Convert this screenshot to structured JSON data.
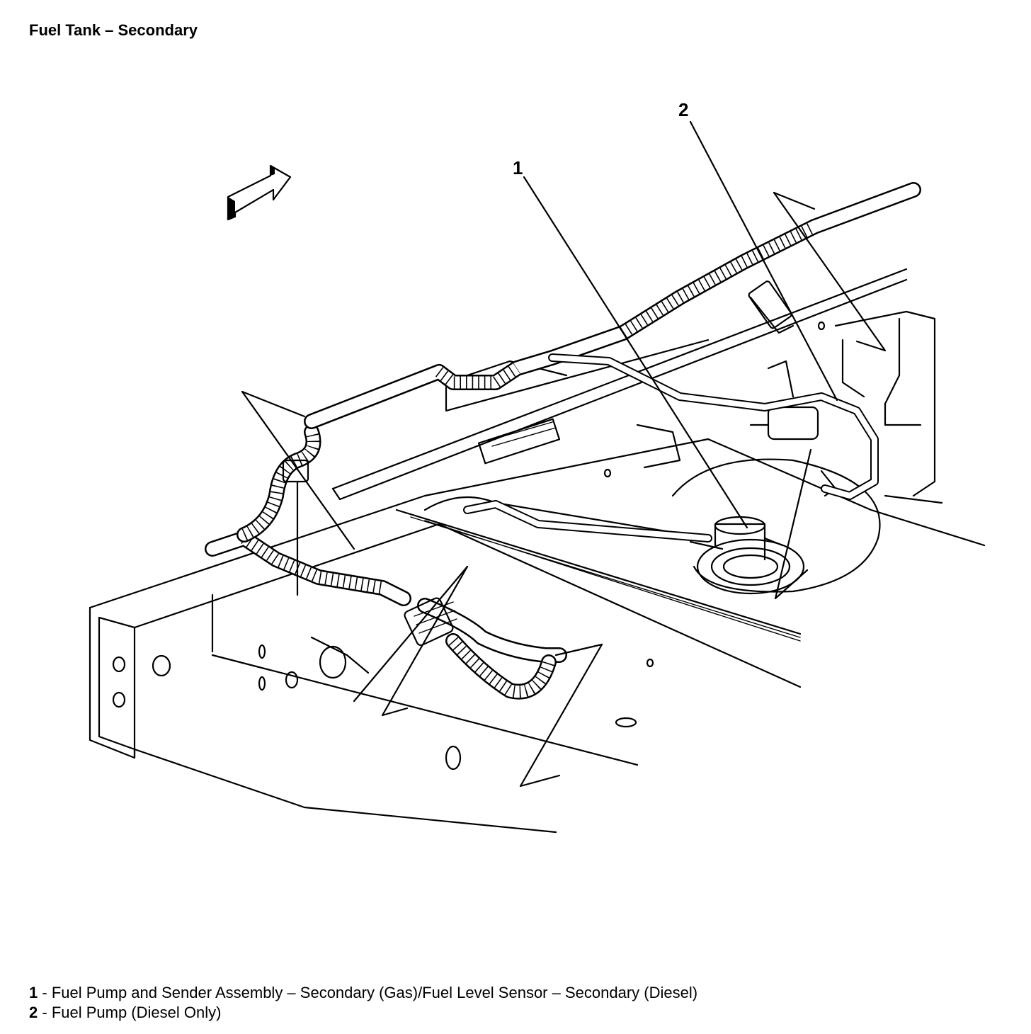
{
  "title": "Fuel Tank – Secondary",
  "callouts": [
    {
      "number": "1"
    },
    {
      "number": "2"
    }
  ],
  "legend": [
    {
      "number": "1",
      "separator": " - ",
      "text": "Fuel Pump and Sender Assembly – Secondary (Gas)/Fuel Level Sensor – Secondary (Diesel)"
    },
    {
      "number": "2",
      "separator": " - ",
      "text": "Fuel Pump (Diesel Only)"
    }
  ]
}
